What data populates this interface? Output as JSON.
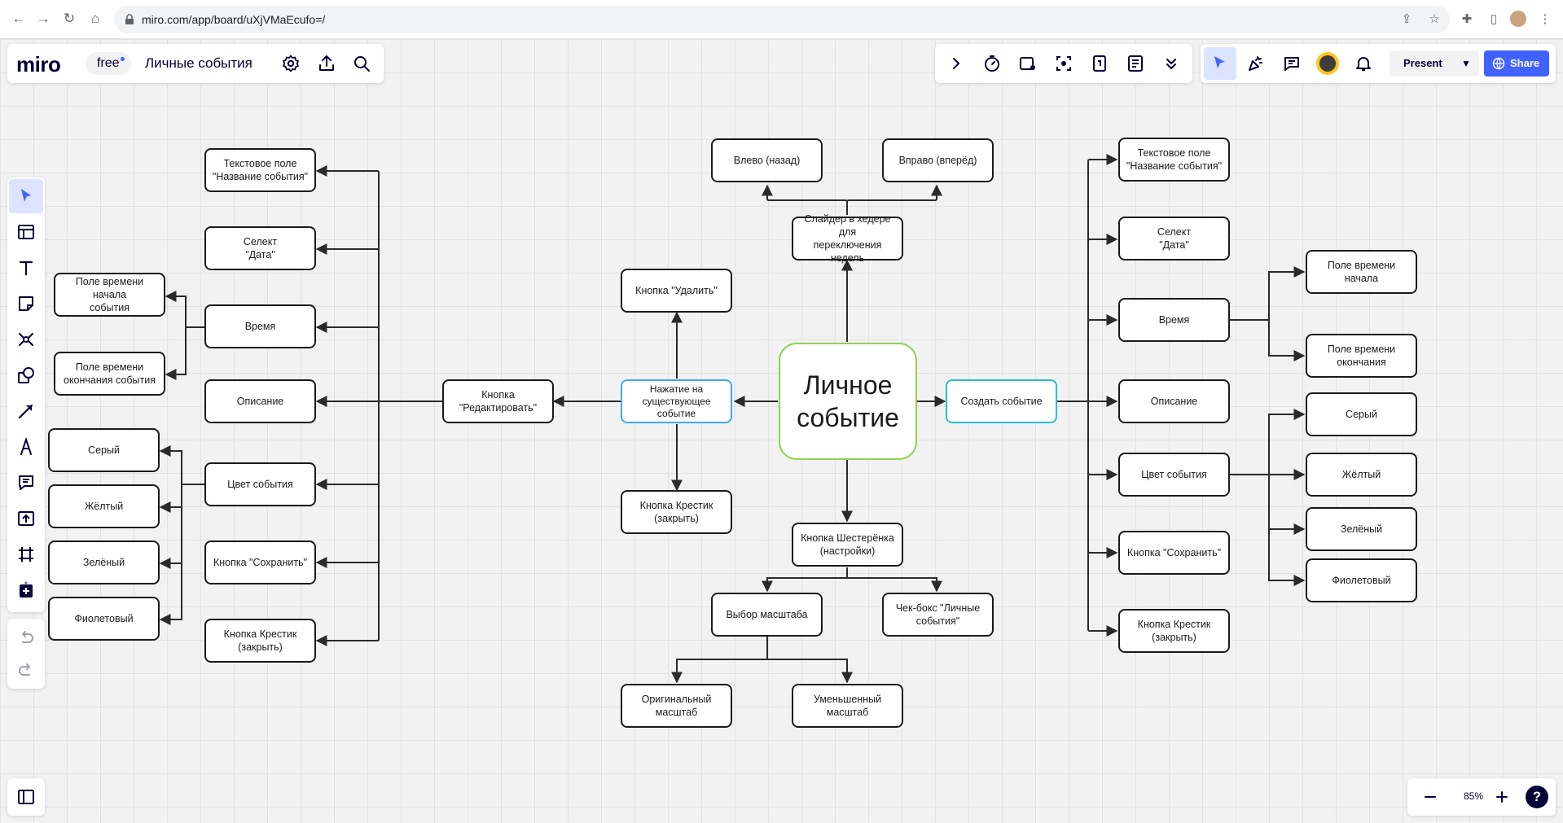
{
  "browser": {
    "url": "miro.com/app/board/uXjVMaEcufo=/"
  },
  "header": {
    "logo": "miro",
    "plan": "free",
    "board_title": "Личные события"
  },
  "top_right": {
    "present_label": "Present",
    "share_label": "Share"
  },
  "zoom": {
    "level": "85%"
  },
  "colors": {
    "accent": "#4262ff",
    "center_border": "#8fd14f",
    "edit_border": "#3fa9f5",
    "create_border": "#2dbbd6"
  },
  "toolbar_icons": [
    "select-icon",
    "templates-icon",
    "text-icon",
    "sticky-note-icon",
    "mind-map-icon",
    "shapes-icon",
    "connection-line-icon",
    "pen-icon",
    "comment-icon",
    "upload-icon",
    "frame-icon",
    "more-apps-icon"
  ],
  "diagram": {
    "center": "Личное\nсобытие",
    "top": {
      "slider": "Слайдер в хедере для\nпереключения недель",
      "left": "Влево (назад)",
      "right": "Вправо (вперёд)"
    },
    "bottom": {
      "gear": "Кнопка Шестерёнка\n(настройки)",
      "scale": "Выбор масштаба",
      "checkbox": "Чек-бокс \"Личные\nсобытия\"",
      "original": "Оригинальный\nмасштаб",
      "reduced": "Уменьшенный\nмасштаб"
    },
    "existing": {
      "label": "Нажатие на\nсуществующее\nсобытие",
      "delete": "Кнопка \"Удалить\"",
      "close": "Кнопка Крестик\n(закрыть)",
      "edit": "Кнопка\n\"Редактировать\""
    },
    "edit_branch": {
      "title_field": "Текстовое поле\n\"Название события\"",
      "date_select": "Селект\n\"Дата\"",
      "time": "Время",
      "time_start": "Поле времени начала\nсобытия",
      "time_end": "Поле времени\nокончания события",
      "description": "Описание",
      "color": "Цвет события",
      "color_gray": "Серый",
      "color_yellow": "Жёлтый",
      "color_green": "Зелёный",
      "color_violet": "Фиолетовый",
      "save": "Кнопка \"Сохранить\"",
      "close": "Кнопка Крестик\n(закрыть)"
    },
    "create_branch": {
      "label": "Создать событие",
      "title_field": "Текстовое поле\n\"Название события\"",
      "date_select": "Селект\n\"Дата\"",
      "time": "Время",
      "time_start": "Поле времени начала",
      "time_end": "Поле времени\nокончания",
      "description": "Описание",
      "color": "Цвет события",
      "color_gray": "Серый",
      "color_yellow": "Жёлтый",
      "color_green": "Зелёный",
      "color_violet": "Фиолетовый",
      "save": "Кнопка \"Сохранить\"",
      "close": "Кнопка Крестик\n(закрыть)"
    }
  }
}
